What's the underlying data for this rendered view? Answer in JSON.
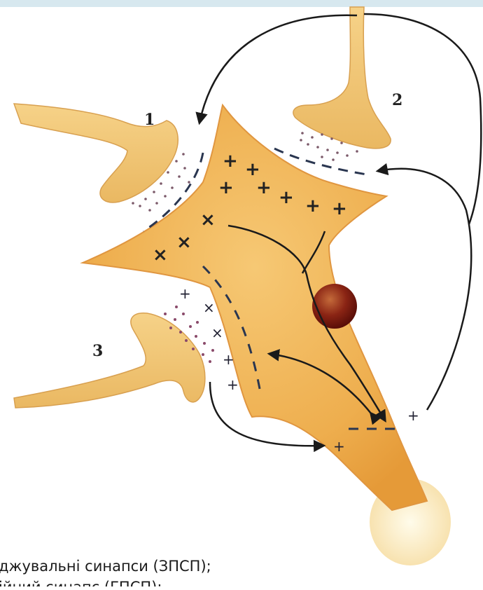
{
  "labels": {
    "synapse_1": "1",
    "synapse_2": "2",
    "synapse_3": "3"
  },
  "signs": {
    "plus": "+",
    "cross": "×",
    "minus": "−"
  },
  "legend": {
    "line_1": "джувальні синапси (ЗПСП);",
    "line_2": "ійний синапс (ГПСП);"
  },
  "colors": {
    "cell_body": "#f0b85a",
    "terminal": "#f2c878",
    "nucleus": "#7a1b10",
    "arrow": "#1a1a1a"
  }
}
